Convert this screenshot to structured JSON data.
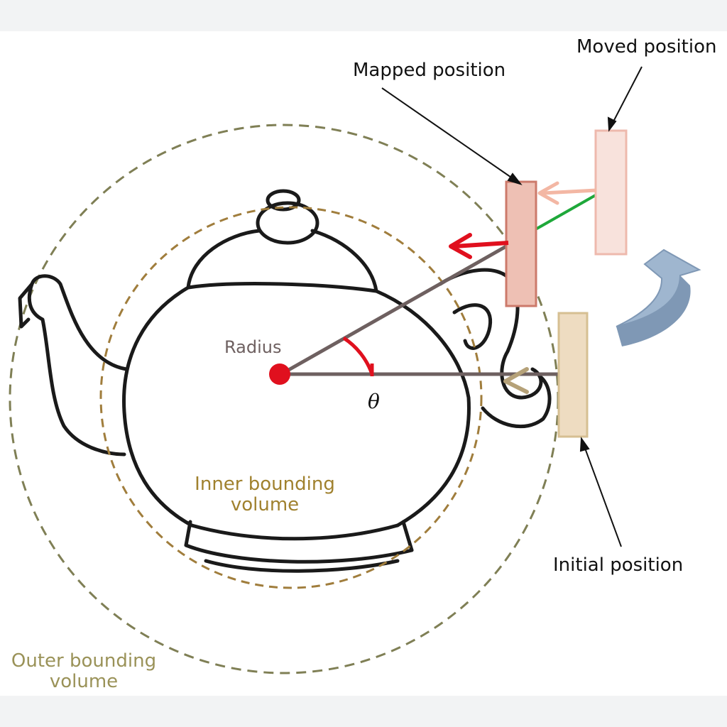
{
  "labels": {
    "moved_position": "Moved position",
    "mapped_position": "Mapped position",
    "initial_position": "Initial position",
    "radius": "Radius",
    "theta": "θ",
    "inner_volume_line1": "Inner bounding",
    "inner_volume_line2": "volume",
    "outer_volume_line1": "Outer bounding",
    "outer_volume_line2": "volume"
  },
  "colors": {
    "outer_circle": "#7f7f55",
    "inner_circle": "#a07d3c",
    "inner_label": "#a0812e",
    "outer_label": "#9a9258",
    "radius_line": "#6e6060",
    "center_dot": "#e0101e",
    "angle_arc": "#e0101e",
    "green_line": "#1ea83a",
    "red_arrow": "#e0101e",
    "pink_arrow": "#f3b7a4",
    "initial_block": "#eedcc1",
    "mapped_block": "#eec0b4",
    "moved_block": "#f8e2dc",
    "curved_arrow": "#9fb6cf",
    "teapot_stroke": "#1a1a1a"
  }
}
